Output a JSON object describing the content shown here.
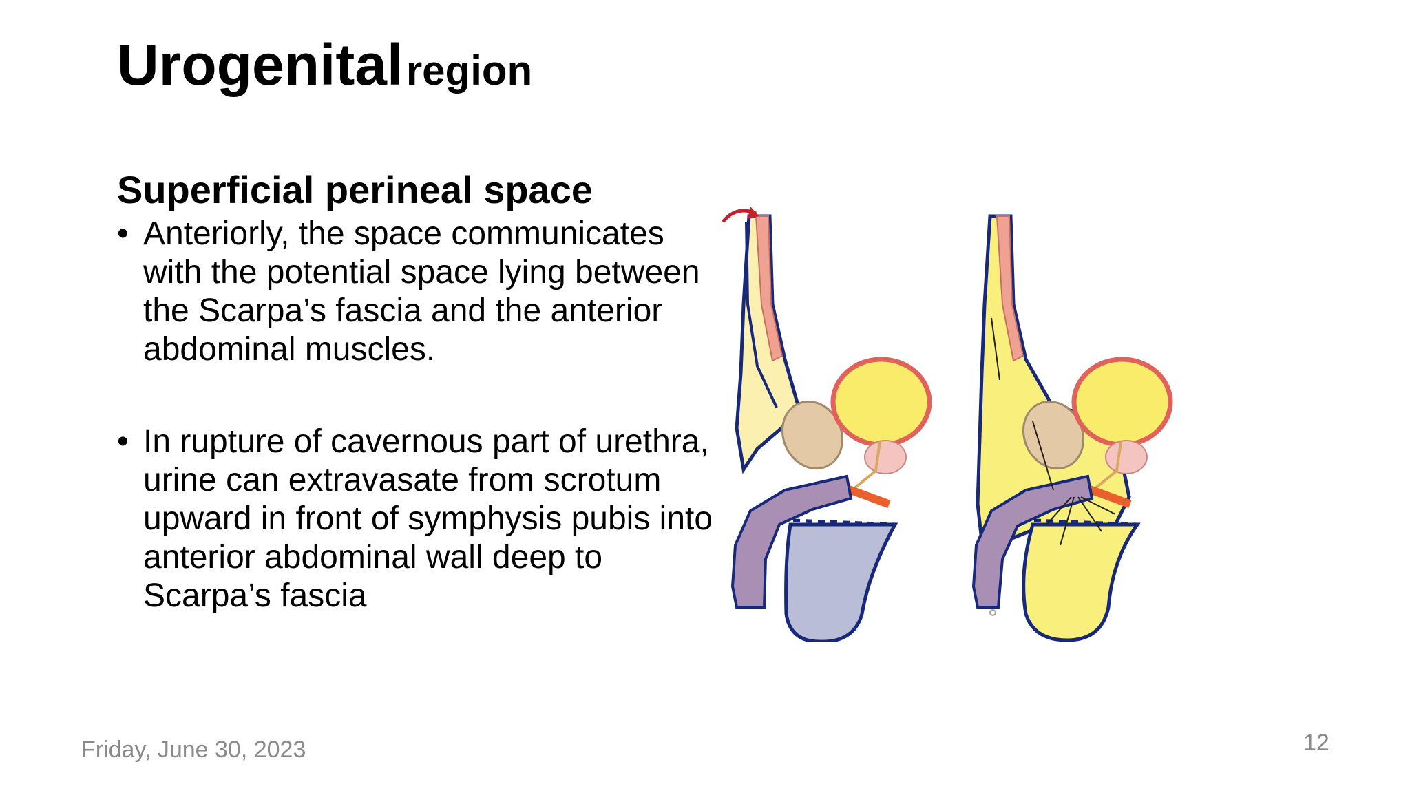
{
  "slide": {
    "title_main": "Urogenital",
    "title_sub": "region",
    "subheading": "Superficial perineal space",
    "bullets": [
      {
        "marker": "•",
        "text": "Anteriorly, the space communicates with the potential space lying between the Scarpa’s fascia and the anterior abdominal muscles."
      },
      {
        "marker": "•",
        "text": "In rupture of cavernous part of urethra, urine can extravasate from scrotum upward in front of symphysis pubis into anterior abdominal wall deep to Scarpa’s fascia"
      }
    ],
    "footer_date": "Friday, June 30, 2023",
    "page_number": "12"
  },
  "figure": {
    "subject": "sagittal-section-male-perineum-pair",
    "colors": {
      "bladder_fill": "#f8ec6a",
      "bladder_wall": "#e0625a",
      "penis_fill": "#a98fb4",
      "scrotum_normal_fill": "#b9bdd8",
      "extravasation_fill": "#f8ef7c",
      "fascia_line": "#18287a",
      "muscle_pink": "#f0a292",
      "bone_beige": "#e4c9a6",
      "arrow_red": "#c8202a",
      "urethra_orange": "#e8602c"
    }
  }
}
